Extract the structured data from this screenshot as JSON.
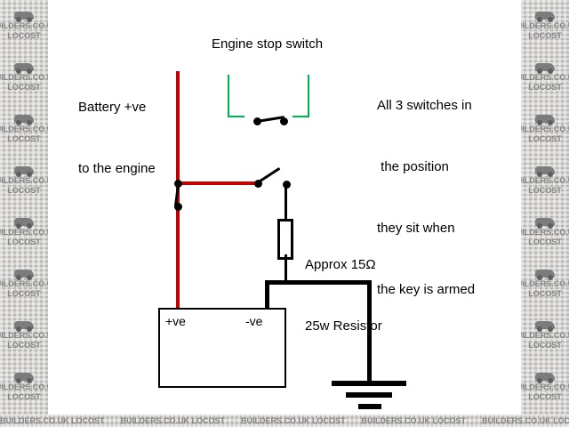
{
  "diagram": {
    "title": "Engine stop switch",
    "battery_label_line1": "Battery +ve",
    "battery_label_line2": "to the engine",
    "note_line1": "All 3 switches in",
    "note_line2": " the position",
    "note_line3": "they sit when",
    "note_line4": "the key is armed",
    "resistor_label_line1": "Approx 15Ω",
    "resistor_label_line2": "25w Resistor",
    "coil_positive": "+ve",
    "coil_negative": "-ve",
    "colors": {
      "wire_red": "#c00000",
      "switch_green": "#00b050",
      "wire_black": "#000000",
      "watermark_gray": "#cac9c6"
    }
  },
  "watermark": {
    "line1": "BUILDERS.CO.UK",
    "line2": "LOCOST",
    "side_rows": 8,
    "bottom_repeats": 6
  }
}
